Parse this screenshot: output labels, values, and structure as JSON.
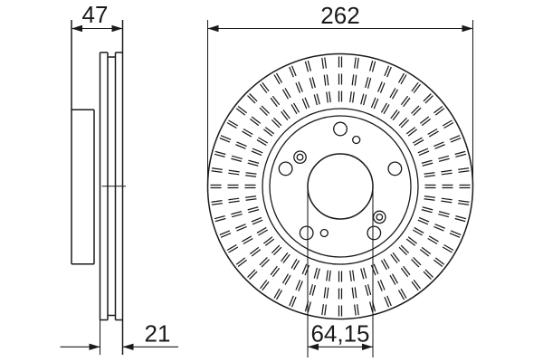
{
  "drawing": {
    "kind": "brake-disc-technical-drawing",
    "dimensions": {
      "overall_width": "47",
      "disc_thickness": "21",
      "outer_diameter": "262",
      "center_bore": "64,15"
    },
    "colors": {
      "line": "#1a1a1a",
      "background": "#ffffff"
    }
  }
}
